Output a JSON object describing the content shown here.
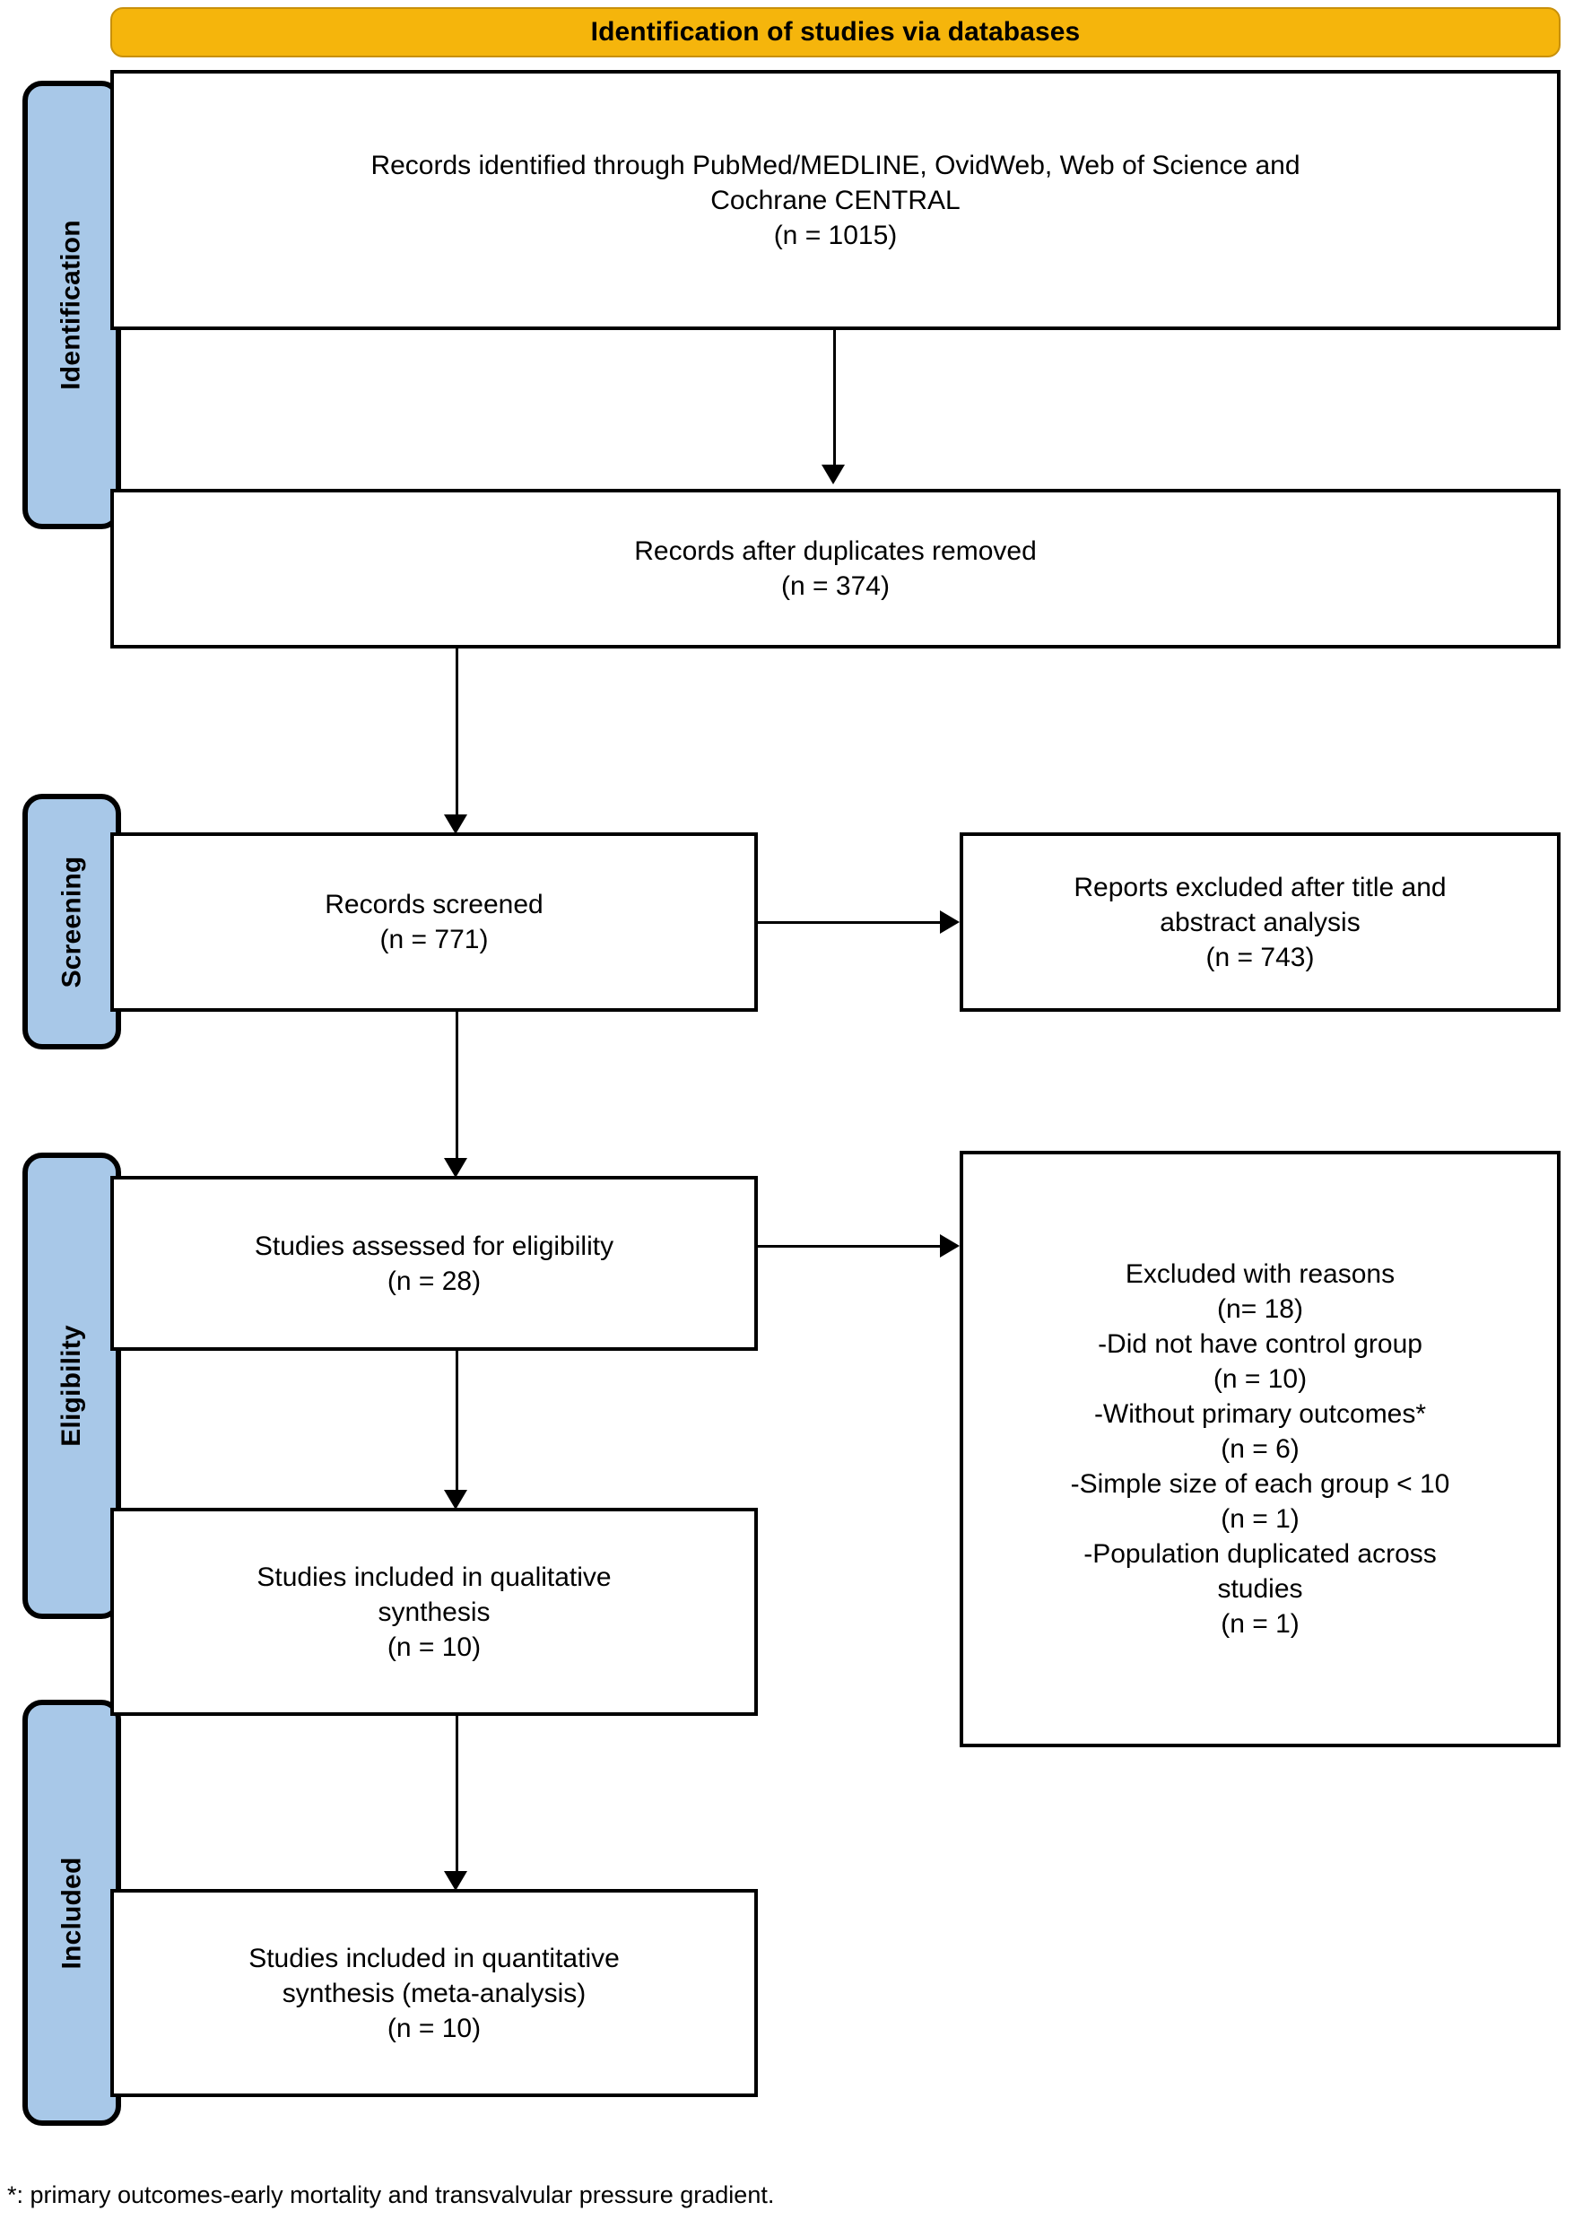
{
  "banner": {
    "title": "Identification of studies via databases"
  },
  "stages": [
    {
      "label": "Identification"
    },
    {
      "label": "Screening"
    },
    {
      "label": "Eligibility"
    },
    {
      "label": "Included"
    }
  ],
  "boxes": {
    "identified": "Records identified through PubMed/MEDLINE, OvidWeb, Web of Science and\nCochrane CENTRAL\n(n = 1015)",
    "duplicates_removed": "Records after duplicates removed\n(n = 374)",
    "screened": "Records screened\n(n = 771)",
    "excluded_title_abstract": "Reports excluded after title and\nabstract analysis\n(n = 743)",
    "eligibility": "Studies assessed for eligibility\n(n = 28)",
    "excluded_reasons": "Excluded with reasons\n(n= 18)\n-Did not have control group\n(n = 10)\n-Without primary outcomes*\n(n = 6)\n-Simple size of each group < 10\n(n = 1)\n-Population duplicated across\nstudies\n(n = 1)",
    "qualitative": "Studies included in qualitative\nsynthesis\n(n = 10)",
    "quantitative": "Studies included in quantitative\nsynthesis (meta-analysis)\n(n = 10)"
  },
  "footnote": "*: primary outcomes-early mortality and transvalvular pressure gradient.",
  "colors": {
    "banner_fill": "#F5B50C",
    "stage_fill": "#A8C8E8",
    "border": "#000000",
    "box_fill": "#FFFFFF"
  }
}
